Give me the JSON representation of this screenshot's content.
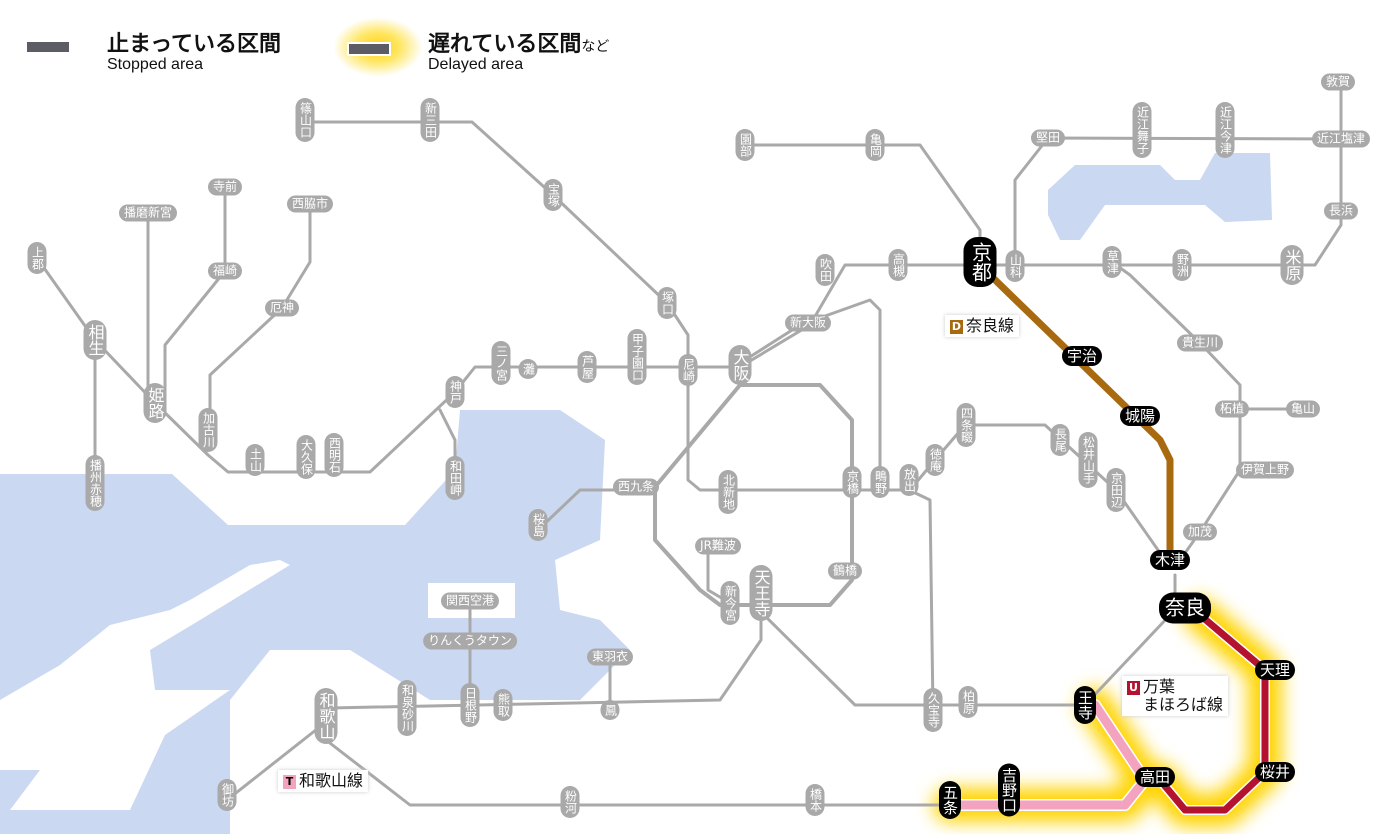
{
  "legend": {
    "stopped_ja": "止まっている区間",
    "stopped_en": "Stopped area",
    "delayed_ja": "遅れている区間",
    "delayed_suffix": "など",
    "delayed_en": "Delayed area"
  },
  "colors": {
    "normal_line": "#a9a9a9",
    "water": "#cbd8f1",
    "nara_line": "#a8690f",
    "manyo_line": "#b3132e",
    "wakayama_line": "#f3a3bd",
    "delay_glow": "#ffd400",
    "affected_station": "#000000"
  },
  "line_labels": [
    {
      "badge": "D",
      "name": "奈良線",
      "color": "#a8690f"
    },
    {
      "badge": "U",
      "name": "万葉\nまほろば線",
      "name_1": "万葉",
      "name_2": "まほろば線",
      "color": "#b3132e"
    },
    {
      "badge": "T",
      "name": "和歌山線",
      "color": "#f3a3bd"
    }
  ],
  "stations": [
    {
      "name": "篠山口"
    },
    {
      "name": "新三田"
    },
    {
      "name": "宝塚"
    },
    {
      "name": "塚口"
    },
    {
      "name": "尼崎"
    },
    {
      "name": "甲子園口"
    },
    {
      "name": "芦屋"
    },
    {
      "name": "灘"
    },
    {
      "name": "三ノ宮"
    },
    {
      "name": "神戸"
    },
    {
      "name": "西明石"
    },
    {
      "name": "大久保"
    },
    {
      "name": "土山"
    },
    {
      "name": "加古川"
    },
    {
      "name": "姫路"
    },
    {
      "name": "相生"
    },
    {
      "name": "上郡"
    },
    {
      "name": "播州赤穂"
    },
    {
      "name": "播磨新宮"
    },
    {
      "name": "寺前"
    },
    {
      "name": "福崎"
    },
    {
      "name": "西脇市"
    },
    {
      "name": "厄神"
    },
    {
      "name": "和田岬"
    },
    {
      "name": "大阪"
    },
    {
      "name": "新大阪"
    },
    {
      "name": "吹田"
    },
    {
      "name": "高槻"
    },
    {
      "name": "園部"
    },
    {
      "name": "亀岡"
    },
    {
      "name": "京都",
      "affected": true
    },
    {
      "name": "山科"
    },
    {
      "name": "堅田"
    },
    {
      "name": "近江舞子"
    },
    {
      "name": "近江今津"
    },
    {
      "name": "近江塩津"
    },
    {
      "name": "敦賀"
    },
    {
      "name": "長浜"
    },
    {
      "name": "米原"
    },
    {
      "name": "野洲"
    },
    {
      "name": "草津"
    },
    {
      "name": "貴生川"
    },
    {
      "name": "柘植"
    },
    {
      "name": "亀山"
    },
    {
      "name": "伊賀上野"
    },
    {
      "name": "加茂"
    },
    {
      "name": "木津",
      "affected": true
    },
    {
      "name": "奈良",
      "affected": true
    },
    {
      "name": "天理",
      "affected": true
    },
    {
      "name": "桜井",
      "affected": true
    },
    {
      "name": "高田",
      "affected": true
    },
    {
      "name": "王寺",
      "affected": true
    },
    {
      "name": "吉野口",
      "affected": true
    },
    {
      "name": "五条",
      "affected": true
    },
    {
      "name": "宇治",
      "affected": true
    },
    {
      "name": "城陽",
      "affected": true
    },
    {
      "name": "京田辺"
    },
    {
      "name": "松井山手"
    },
    {
      "name": "長尾"
    },
    {
      "name": "四条畷"
    },
    {
      "name": "徳庵"
    },
    {
      "name": "放出"
    },
    {
      "name": "鴫野"
    },
    {
      "name": "京橋"
    },
    {
      "name": "北新地"
    },
    {
      "name": "西九条"
    },
    {
      "name": "桜島"
    },
    {
      "name": "JR難波"
    },
    {
      "name": "新今宮"
    },
    {
      "name": "天王寺"
    },
    {
      "name": "鶴橋"
    },
    {
      "name": "久宝寺"
    },
    {
      "name": "柏原"
    },
    {
      "name": "関西空港"
    },
    {
      "name": "りんくうタウン"
    },
    {
      "name": "東羽衣"
    },
    {
      "name": "鳳"
    },
    {
      "name": "熊取"
    },
    {
      "name": "日根野"
    },
    {
      "name": "和泉砂川"
    },
    {
      "name": "和歌山"
    },
    {
      "name": "御坊"
    },
    {
      "name": "粉河"
    },
    {
      "name": "橋本"
    }
  ]
}
